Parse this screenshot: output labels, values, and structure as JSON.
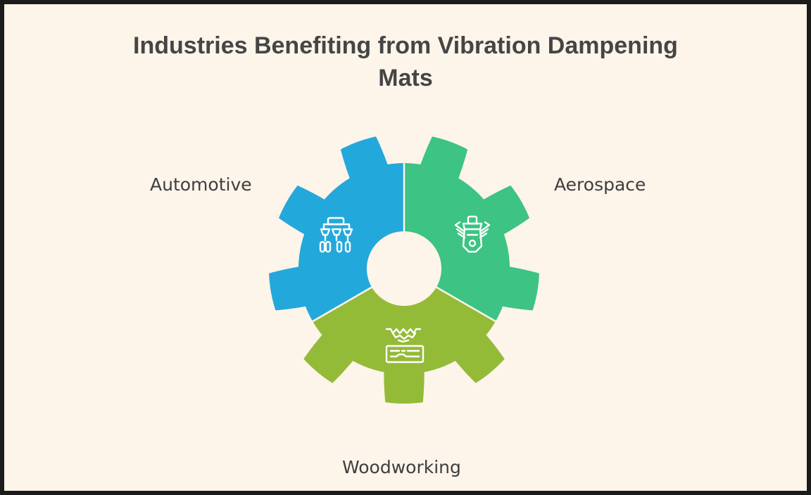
{
  "title": "Industries Benefiting from Vibration Dampening Mats",
  "segments": [
    {
      "label": "Automotive",
      "color": "#23a8db",
      "icon": "machinery-icon"
    },
    {
      "label": "Aerospace",
      "color": "#3dc383",
      "icon": "engine-icon"
    },
    {
      "label": "Woodworking",
      "color": "#94bb38",
      "icon": "wood-saw-icon"
    }
  ],
  "colors": {
    "background": "#fdf4ea",
    "separator": "#fdf4ea",
    "icon_stroke": "#ffffff"
  }
}
